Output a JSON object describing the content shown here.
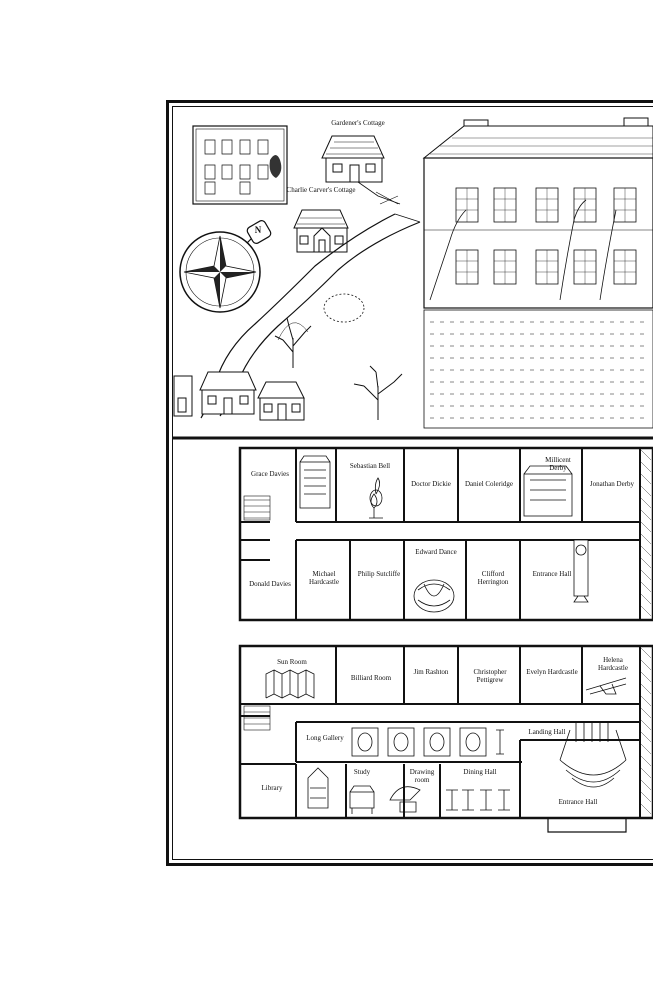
{
  "estate": {
    "gardeners_cottage": "Gardener's Cottage",
    "charlie_carvers_cottage": "Charlie Carver's Cottage",
    "compass_letter": "N"
  },
  "first_floor": {
    "rooms": {
      "grace_davies": "Grace Davies",
      "sebastian_bell": "Sebastian Bell",
      "doctor_dickie": "Doctor Dickie",
      "daniel_coleridge": "Daniel Coleridge",
      "millicent_derby": "Millicent Derby",
      "jonathan_derby": "Jonathan Derby",
      "donald_davies": "Donald Davies",
      "michael_hardcastle": "Michael Hardcastle",
      "philip_sutcliffe": "Philip Sutcliffe",
      "edward_dance": "Edward Dance",
      "clifford_herrington": "Clifford Herrington",
      "entrance_hall": "Entrance Hall"
    }
  },
  "ground_floor": {
    "rooms": {
      "sun_room": "Sun Room",
      "billiard_room": "Billiard Room",
      "jim_rashton": "Jim Rashton",
      "christopher_pettigrew": "Christopher Pettigrew",
      "evelyn_hardcastle": "Evelyn Hardcastle",
      "helena_hardcastle": "Helena Hardcastle",
      "long_gallery": "Long Gallery",
      "landing_hall": "Landing Hall",
      "library": "Library",
      "study": "Study",
      "drawing_room": "Drawing room",
      "dining_hall": "Dining Hall",
      "entrance_hall": "Entrance Hall"
    }
  }
}
